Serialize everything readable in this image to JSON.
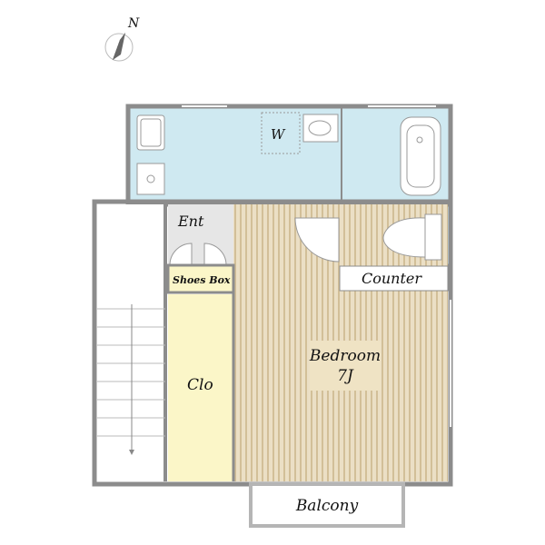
{
  "compass": {
    "north_label": "N"
  },
  "rooms": {
    "washroom": "W",
    "entrance": "Ent",
    "shoes_box": "Shoes Box",
    "closet": "Clo",
    "counter": "Counter",
    "bedroom": "Bedroom",
    "bedroom_size": "7J",
    "balcony": "Balcony"
  },
  "colors": {
    "wet_area": "#cfe9f1",
    "bedroom_floor": "#e8dcc2",
    "bedroom_stripe": "#d6c39c",
    "closet": "#fbf6c8",
    "entrance": "#e6e6e6",
    "wall": "#8c8c8c",
    "label_box": "#efe3c4"
  }
}
